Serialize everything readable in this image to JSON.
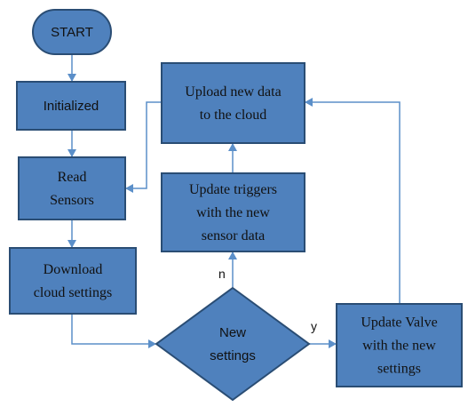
{
  "colors": {
    "fill": "#4f81bd",
    "stroke": "#2a4d74",
    "edge": "#5b8fc9",
    "text": "#111111"
  },
  "nodes": {
    "start": {
      "shape": "terminator",
      "lines": [
        "START"
      ]
    },
    "initialized": {
      "shape": "process",
      "lines": [
        "Initialized"
      ]
    },
    "read_sensors": {
      "shape": "process",
      "lines": [
        "Read",
        "Sensors"
      ]
    },
    "download": {
      "shape": "process",
      "lines": [
        "Download",
        "cloud settings"
      ]
    },
    "decision": {
      "shape": "decision",
      "lines": [
        "New",
        "settings"
      ]
    },
    "update_triggers": {
      "shape": "process",
      "lines": [
        "Update triggers",
        "with the new",
        "sensor data"
      ]
    },
    "upload": {
      "shape": "process",
      "lines": [
        "Upload new data",
        "to the cloud"
      ]
    },
    "update_valve": {
      "shape": "process",
      "lines": [
        "Update Valve",
        "with the new",
        "settings"
      ]
    }
  },
  "edges": [
    {
      "from": "start",
      "to": "initialized",
      "label": ""
    },
    {
      "from": "initialized",
      "to": "read_sensors",
      "label": ""
    },
    {
      "from": "read_sensors",
      "to": "download",
      "label": ""
    },
    {
      "from": "download",
      "to": "decision",
      "label": ""
    },
    {
      "from": "decision",
      "to": "update_triggers",
      "label": "n"
    },
    {
      "from": "decision",
      "to": "update_valve",
      "label": "y"
    },
    {
      "from": "update_triggers",
      "to": "upload",
      "label": ""
    },
    {
      "from": "update_valve",
      "to": "upload",
      "label": ""
    },
    {
      "from": "upload",
      "to": "read_sensors",
      "label": ""
    }
  ]
}
